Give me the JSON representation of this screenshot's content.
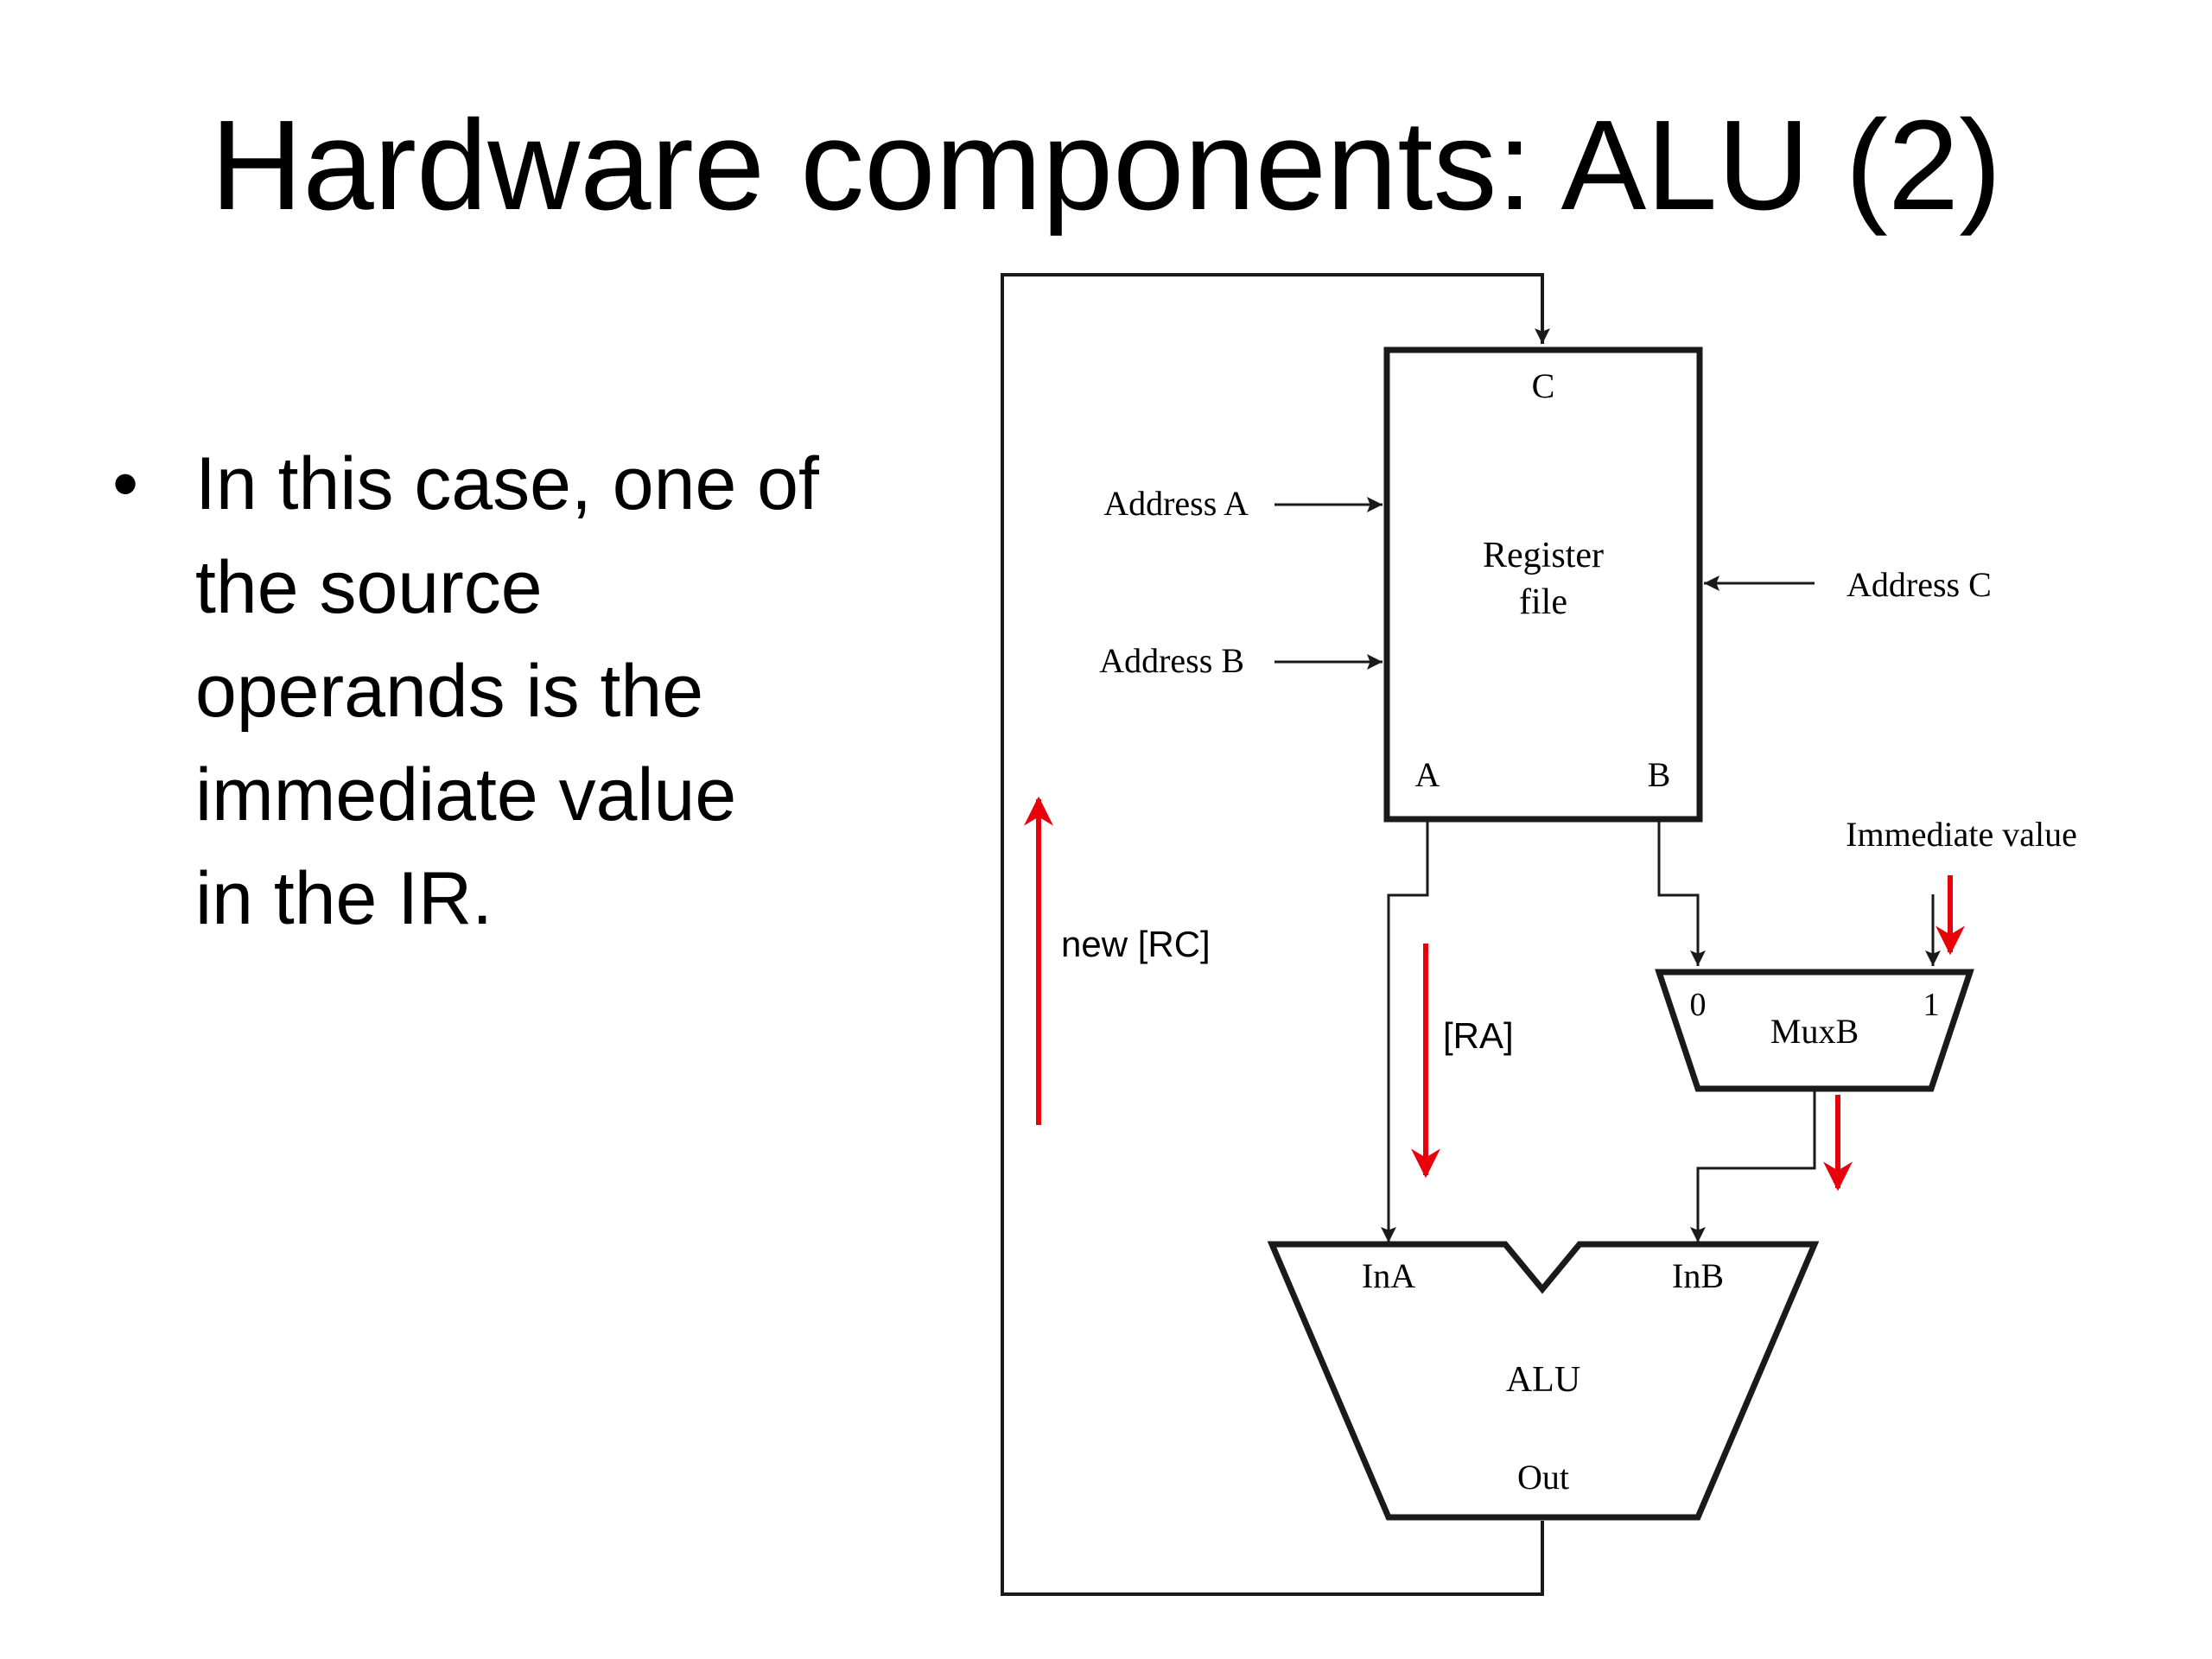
{
  "slide": {
    "title": "Hardware components: ALU (2)",
    "bullet_symbol": "•",
    "bullet_lines": [
      "In this case, one of",
      "the source",
      "operands is the",
      "immediate value",
      "in the IR."
    ]
  },
  "diagram": {
    "register_file": {
      "label_line1": "Register",
      "label_line2": "file",
      "port_c": "C",
      "port_a": "A",
      "port_b": "B"
    },
    "inputs": {
      "address_a": "Address A",
      "address_b": "Address B",
      "address_c": "Address C",
      "immediate": "Immediate value"
    },
    "muxb": {
      "label": "MuxB",
      "input_0": "0",
      "input_1": "1"
    },
    "alu": {
      "label": "ALU",
      "in_a": "InA",
      "in_b": "InB",
      "out": "Out"
    },
    "annotations": {
      "new_rc": "new [RC]",
      "ra": "[RA]"
    },
    "colors": {
      "wire": "#1a1a1a",
      "highlight_arrow": "#e8000b"
    }
  }
}
